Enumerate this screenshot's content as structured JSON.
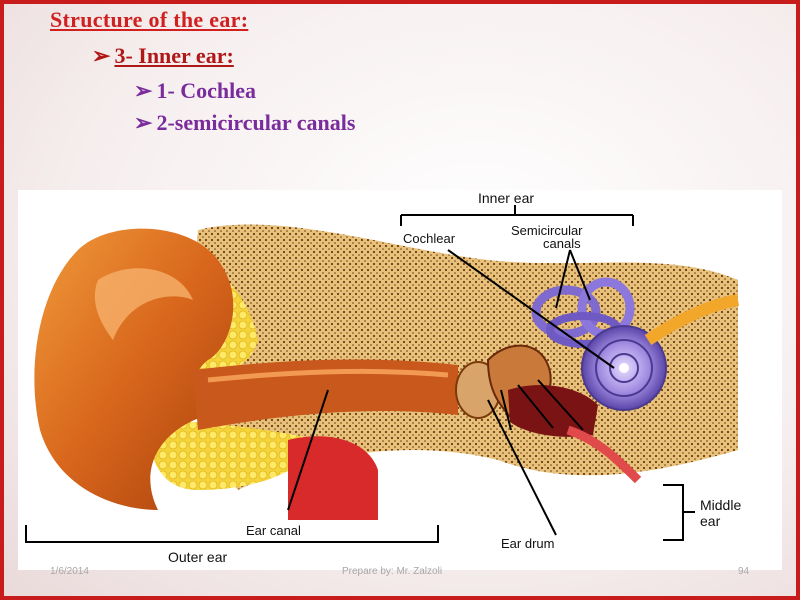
{
  "slide": {
    "title": "Structure of the ear:",
    "bullet1": "3- Inner ear:",
    "bullet2": "1- Cochlea",
    "bullet3": "2-semicircular canals"
  },
  "diagram": {
    "labels": {
      "inner_ear": "Inner ear",
      "cochlear": "Cochlear",
      "semicircular_line1": "Semicircular",
      "semicircular_line2": "canals",
      "ear_canal": "Ear canal",
      "ear_drum": "Ear drum",
      "outer_ear": "Outer ear",
      "middle_ear_line1": "Middle",
      "middle_ear_line2": "ear"
    }
  },
  "footer": {
    "date": "1/6/2014",
    "prepared_by": "Prepare by:  Mr. Zalzoli",
    "page": "94"
  },
  "icons": {
    "bullet": "arrowhead-bullet-icon"
  },
  "colors": {
    "title_red": "#d02020",
    "bullet_purple": "#7a2b9c",
    "border_red": "#c81c1c"
  }
}
